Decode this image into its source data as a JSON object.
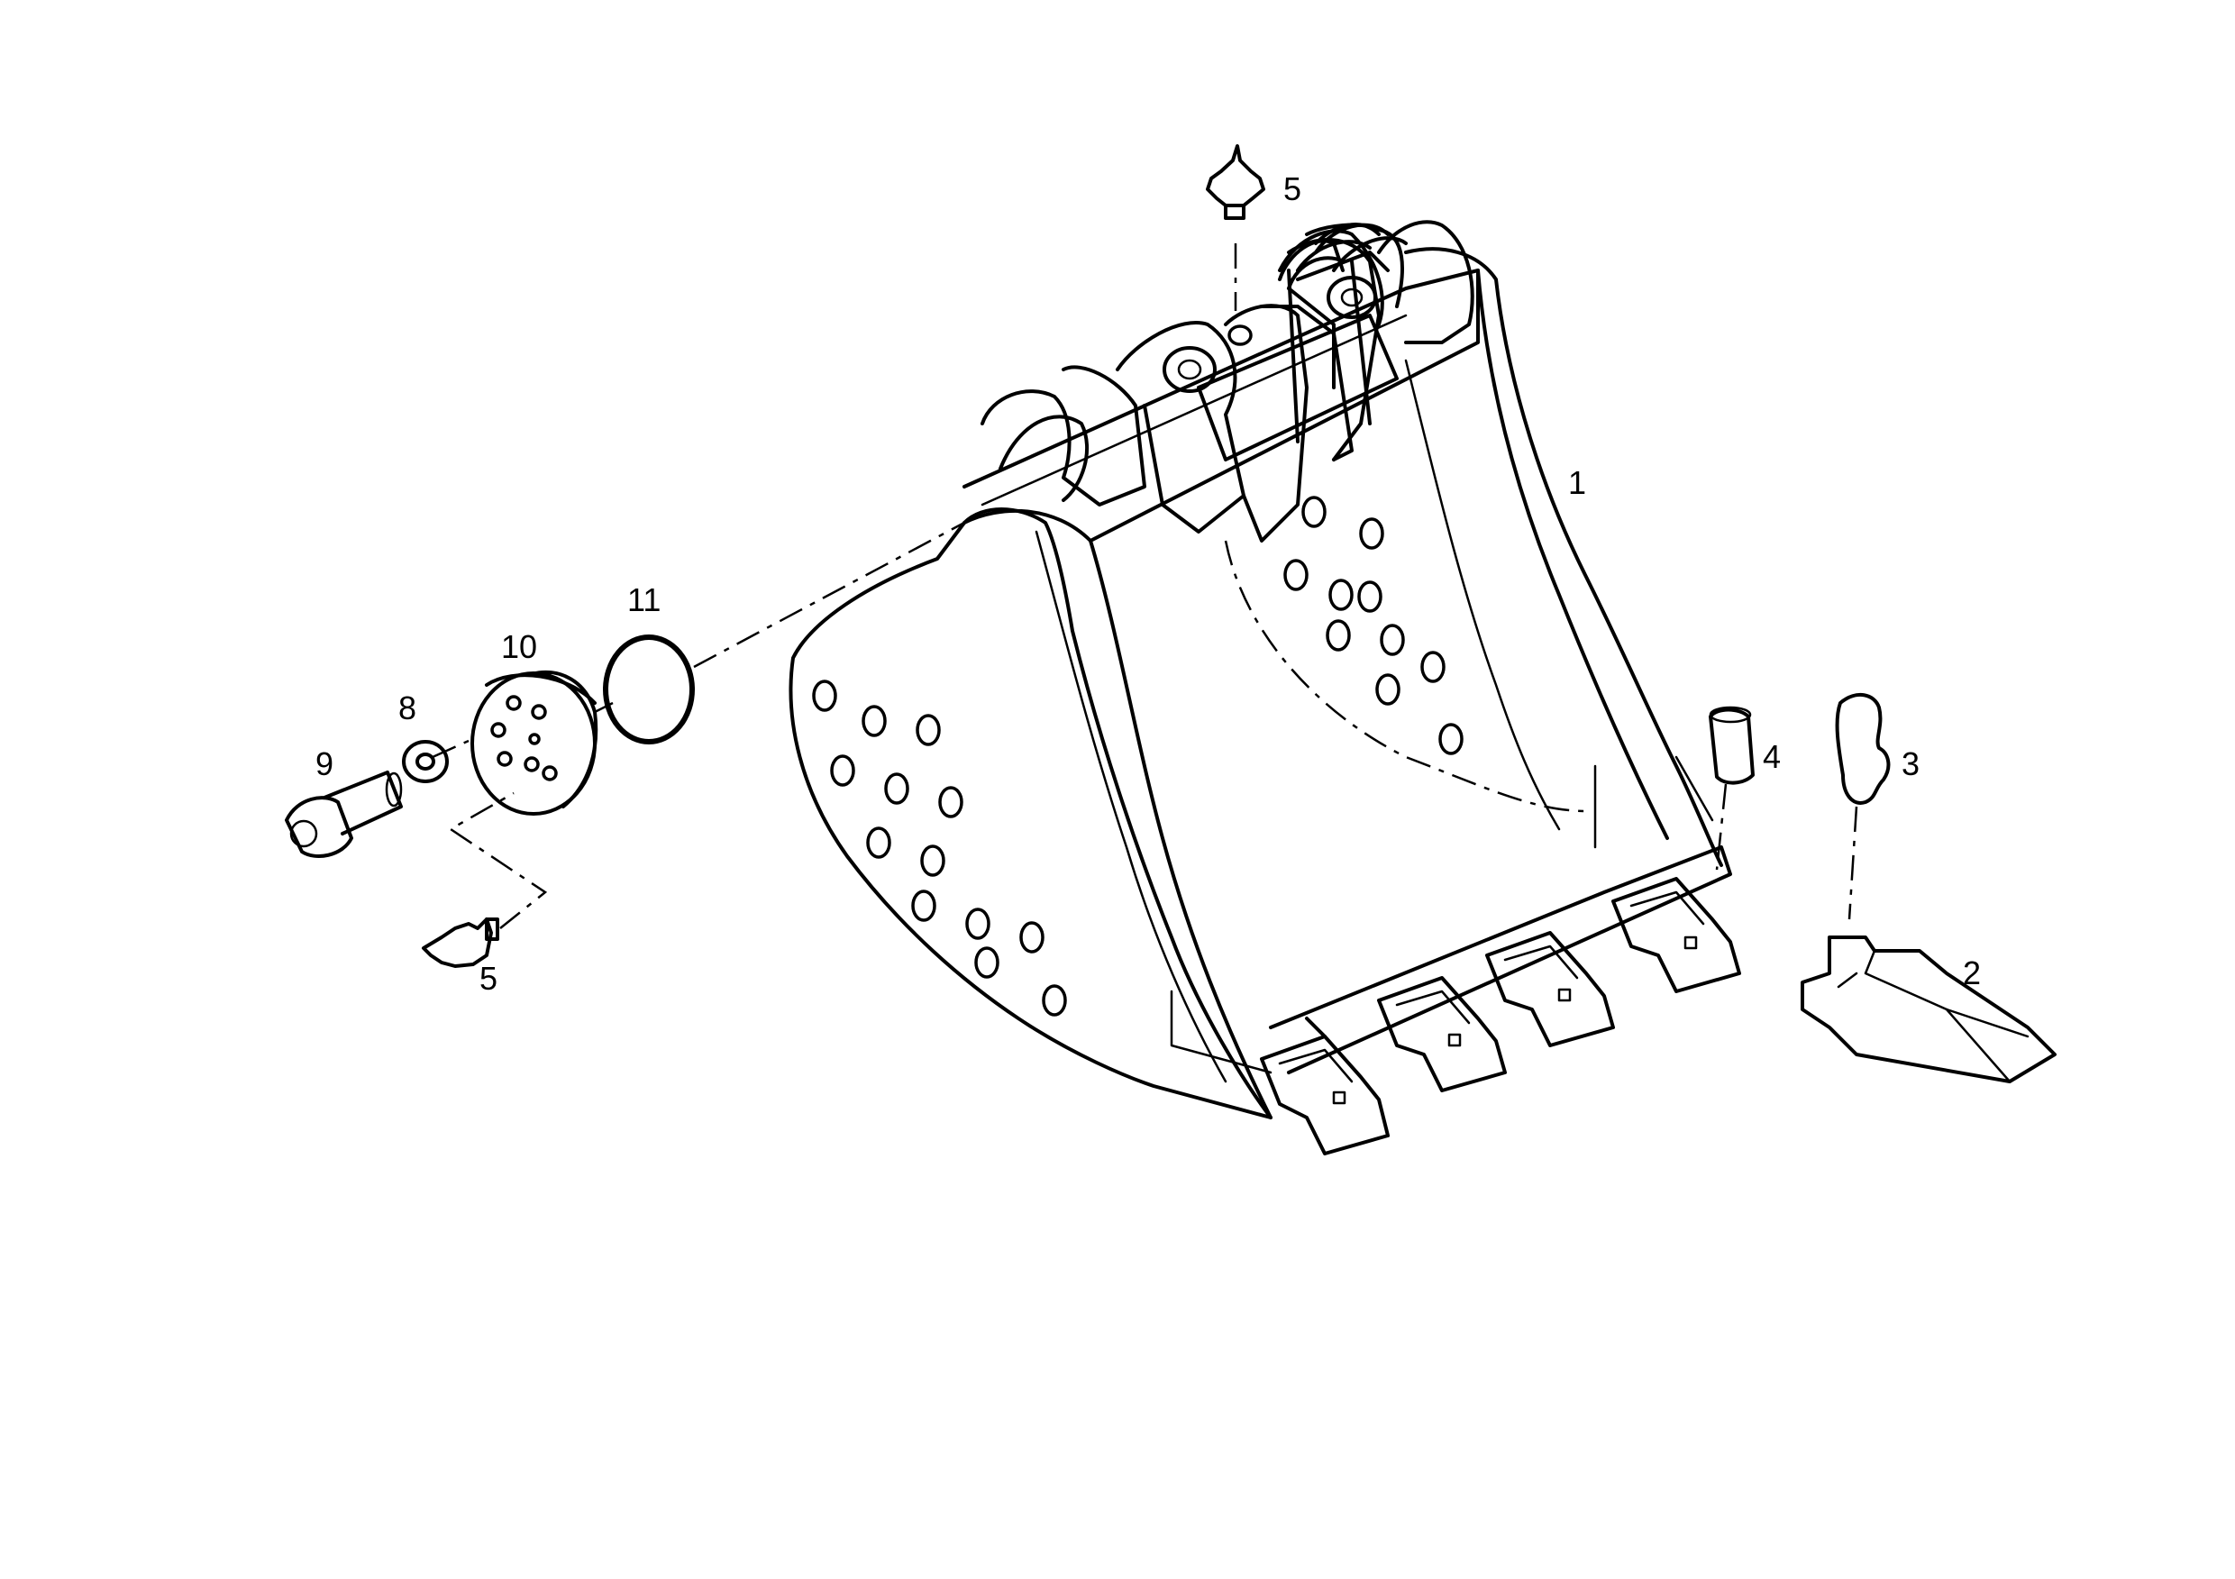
{
  "diagram": {
    "callouts": [
      {
        "id": "1",
        "text": "1"
      },
      {
        "id": "2",
        "text": "2"
      },
      {
        "id": "3",
        "text": "3"
      },
      {
        "id": "4",
        "text": "4"
      },
      {
        "id": "5a",
        "text": "5"
      },
      {
        "id": "5b",
        "text": "5"
      },
      {
        "id": "8",
        "text": "8"
      },
      {
        "id": "9",
        "text": "9"
      },
      {
        "id": "10",
        "text": "10"
      },
      {
        "id": "11",
        "text": "11"
      }
    ]
  },
  "colors": {
    "line": "#000000",
    "background": "#ffffff"
  }
}
